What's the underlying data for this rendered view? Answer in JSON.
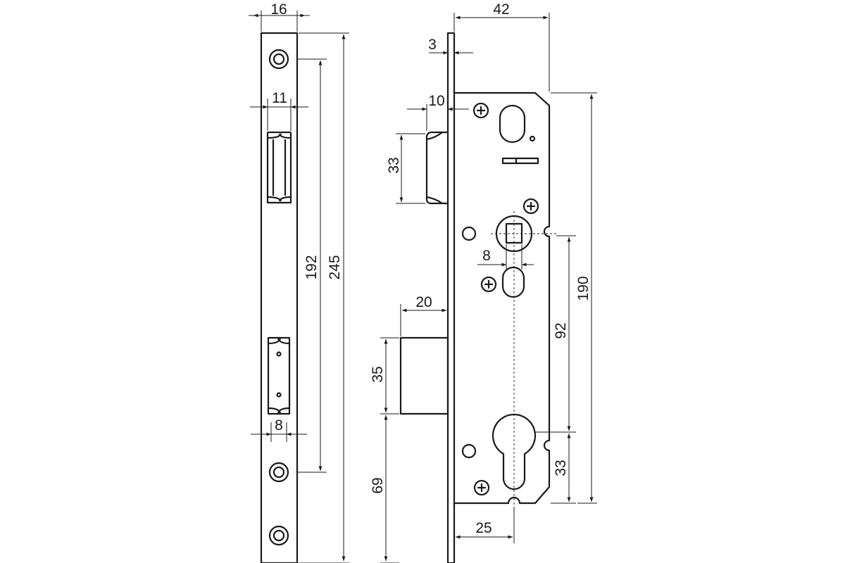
{
  "strike_plate": {
    "width": "16",
    "rebate_width": "11",
    "hole_width": "8",
    "hole_spacing": "192",
    "total_height": "245"
  },
  "lock_body": {
    "total_depth": "42",
    "faceplate_thickness": "3",
    "latch_projection": "10",
    "latch_height": "33",
    "bolt_projection": "20",
    "bolt_height": "35",
    "bolt_to_bottom": "69",
    "spindle_size": "8",
    "centre_distance": "92",
    "cylinder_to_bottom": "33",
    "case_height": "190",
    "backset": "25"
  }
}
